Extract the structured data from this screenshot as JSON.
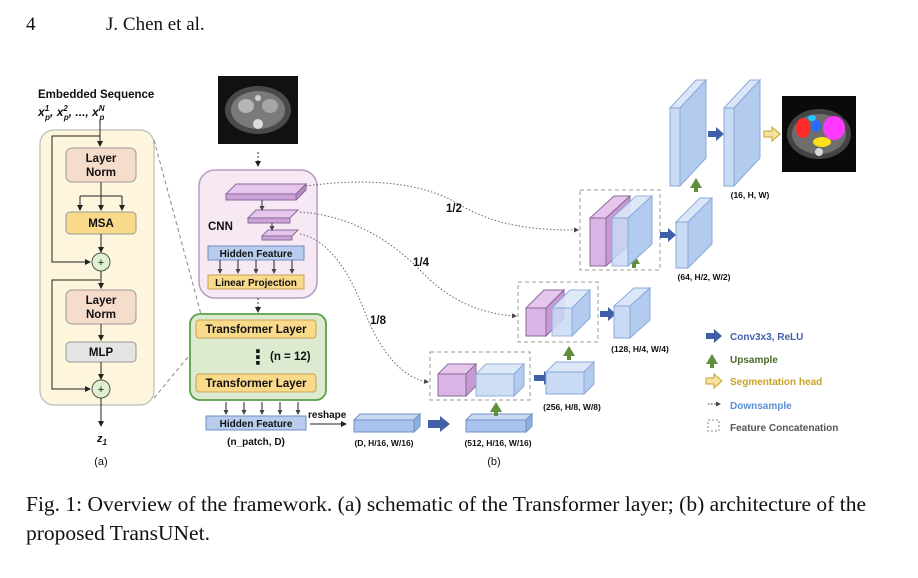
{
  "header": {
    "page_number": "4",
    "running_title": "J. Chen et al."
  },
  "figure_a": {
    "embedded_sequence_label": "Embedded Sequence",
    "embedded_sequence_math": "x_p^1, x_p^2, ..., x_p^N",
    "layer_norm_top": [
      "Layer",
      "Norm"
    ],
    "msa": "MSA",
    "add_symbol": "+",
    "layer_norm_bottom": [
      "Layer",
      "Norm"
    ],
    "mlp": "MLP",
    "output_label": "z_1",
    "panel_label": "(a)"
  },
  "figure_b": {
    "cnn_label": "CNN",
    "hidden_feature_cnn": "Hidden Feature",
    "linear_projection": "Linear Projection",
    "transformer_layer_1": "Transformer Layer",
    "transformer_repeat": "(n = 12)",
    "transformer_layer_2": "Transformer Layer",
    "hidden_feature_out": "Hidden Feature",
    "hidden_feature_shape": "(n_patch, D)",
    "reshape": "reshape",
    "shape_d": "(D, H/16, W/16)",
    "shape_512": "(512, H/16, W/16)",
    "shape_256": "(256, H/8, W/8)",
    "shape_128": "(128, H/4, W/4)",
    "shape_64": "(64, H/2, W/2)",
    "shape_16": "(16, H, W)",
    "skip_half": "1/2",
    "skip_quarter": "1/4",
    "skip_eighth": "1/8",
    "panel_label": "(b)"
  },
  "legend": [
    {
      "label": "Conv3x3, ReLU",
      "color": "#3f5fa8",
      "icon": "blue-arrow-icon"
    },
    {
      "label": "Upsample",
      "color": "#4a6b2a",
      "icon": "green-up-arrow-icon"
    },
    {
      "label": "Segmentation head",
      "color": "#c9a227",
      "icon": "yellow-arrow-icon"
    },
    {
      "label": "Downsample",
      "color": "#5b8fd6",
      "icon": "dotted-arrow-icon"
    },
    {
      "label": "Feature Concatenation",
      "color": "#555555",
      "icon": "dashed-box-icon"
    }
  ],
  "caption": "Fig. 1: Overview of the framework. (a) schematic of the Transformer layer; (b) architecture of the proposed TransUNet."
}
